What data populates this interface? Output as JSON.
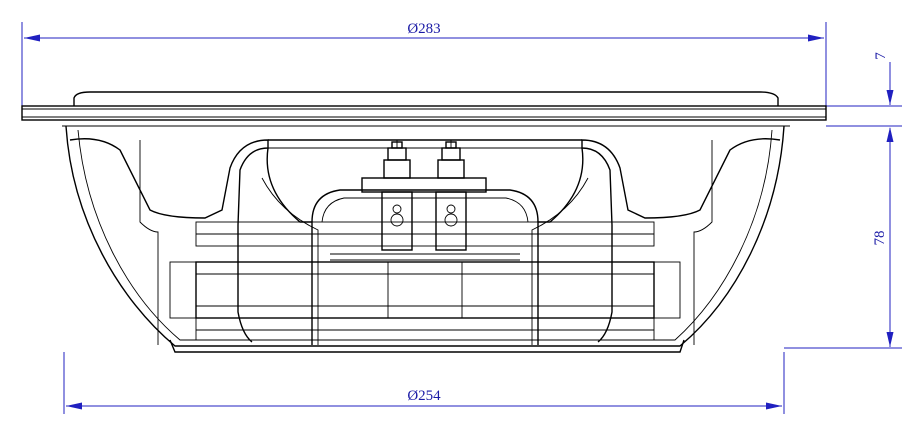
{
  "dimensions": {
    "top_diameter": "Ø283",
    "bottom_diameter": "Ø254",
    "flange_height": "7",
    "body_depth": "78"
  },
  "colors": {
    "dimension": "#2020c0",
    "outline": "#000000",
    "background": "#ffffff"
  }
}
